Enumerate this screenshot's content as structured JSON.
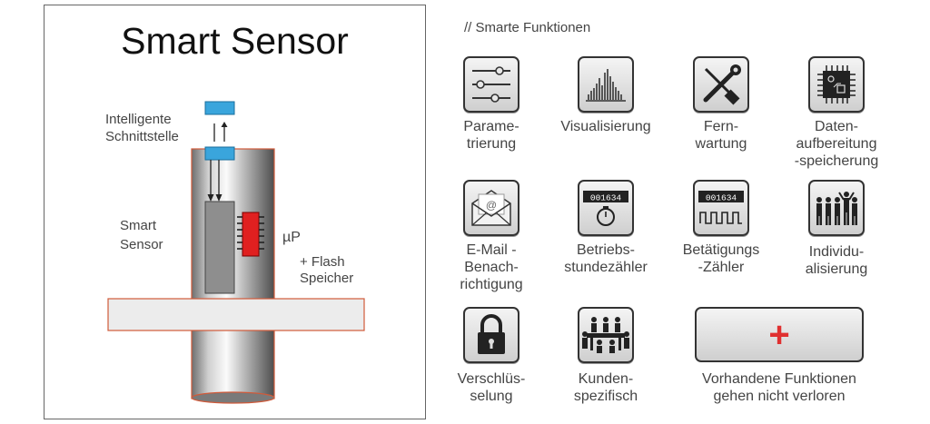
{
  "diagram": {
    "title": "Smart Sensor",
    "interface_label_1": "Intelligente",
    "interface_label_2": "Schnittstelle",
    "sensor_label_1": "Smart",
    "sensor_label_2": "Sensor",
    "mcu_label": "µP",
    "flash_label_1": "+ Flash",
    "flash_label_2": "Speicher"
  },
  "functions": {
    "heading": "// Smarte Funktionen",
    "items": [
      {
        "icon": "sliders-icon",
        "lines": [
          "Parame-",
          "trierung"
        ]
      },
      {
        "icon": "histogram-icon",
        "lines": [
          "Visualisierung"
        ]
      },
      {
        "icon": "tools-icon",
        "lines": [
          "Fern-",
          "wartung"
        ]
      },
      {
        "icon": "chip-icon",
        "lines": [
          "Daten-",
          "aufbereitung",
          "-speicherung"
        ]
      },
      {
        "icon": "envelope-icon",
        "lines": [
          "E-Mail -",
          "Benach-",
          "richtigung"
        ]
      },
      {
        "icon": "stopwatch-counter-icon",
        "counter": "001634",
        "lines": [
          "Betriebs-",
          "stundezähler"
        ]
      },
      {
        "icon": "pulse-counter-icon",
        "counter": "001634",
        "lines": [
          "Betätigungs",
          "-Zähler"
        ]
      },
      {
        "icon": "people-icon",
        "lines": [
          "Individu-",
          "alisierung"
        ]
      },
      {
        "icon": "lock-icon",
        "lines": [
          "Verschlüs-",
          "selung"
        ]
      },
      {
        "icon": "meeting-icon",
        "lines": [
          "Kunden-",
          "spezifisch"
        ]
      }
    ],
    "plus_symbol": "+",
    "plus_caption": [
      "Vorhandene Funktionen",
      "gehen nicht verloren"
    ]
  },
  "colors": {
    "interface_blue": "#3aa5dc",
    "chip_red": "#e02020",
    "plus_red": "#e03030"
  }
}
